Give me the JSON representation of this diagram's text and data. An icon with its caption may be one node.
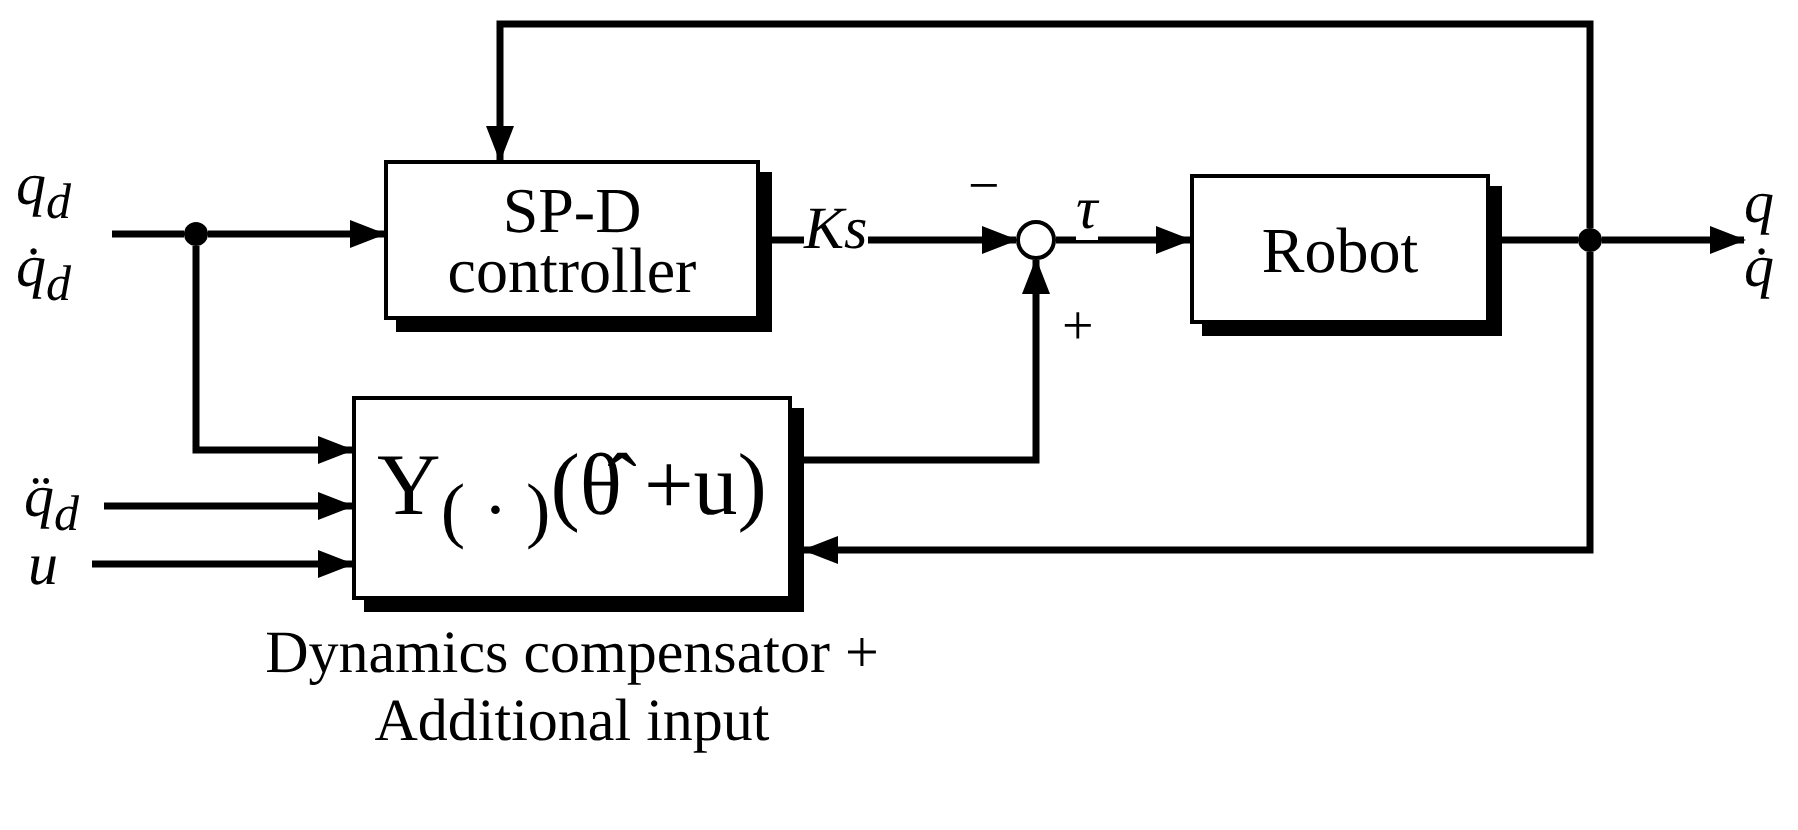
{
  "diagram": {
    "nodes": [
      {
        "text": [
          "q$_{d}$",
          "q̇$_{d}$"
        ]
      },
      {
        "text": [],
        "shape": "circle"
      },
      {
        "text": [
          "SP-D controller"
        ]
      },
      {
        "text": [],
        "shape": "circle"
      },
      {
        "text": [
          "Robot"
        ]
      },
      {
        "text": [],
        "shape": "circle"
      },
      {
        "text": [
          "q",
          "q̇"
        ]
      },
      {
        "text": [
          "Y$_{( · )}$(θ̂ +u)"
        ],
        "beside": [
          "Dynamics compensator + Additional input"
        ]
      },
      {
        "text": [
          "q̈$_{d}$"
        ]
      },
      {
        "text": [
          "u"
        ]
      }
    ],
    "edges": [
      {
        "from": 0,
        "to": 1,
        "arrow": "none"
      },
      {
        "from": 1,
        "to": 2,
        "arrow": "to"
      },
      {
        "from": 1,
        "to": 7,
        "arrow": "to"
      },
      {
        "from": 8,
        "to": 7,
        "arrow": "to"
      },
      {
        "from": 9,
        "to": 7,
        "arrow": "to"
      },
      {
        "from": 2,
        "to": 3,
        "arrow": "to",
        "label": "Ks"
      },
      {
        "from": 7,
        "to": 3,
        "arrow": "to"
      },
      {
        "from": 3,
        "to": 4,
        "arrow": "to",
        "label": "τ"
      },
      {
        "from": 4,
        "to": 5,
        "arrow": "none"
      },
      {
        "from": 5,
        "to": 6,
        "arrow": "to"
      },
      {
        "from": 5,
        "to": 2,
        "arrow": "to"
      },
      {
        "from": 5,
        "to": 7,
        "arrow": "to"
      }
    ],
    "labels": [
      "−",
      "+"
    ]
  }
}
